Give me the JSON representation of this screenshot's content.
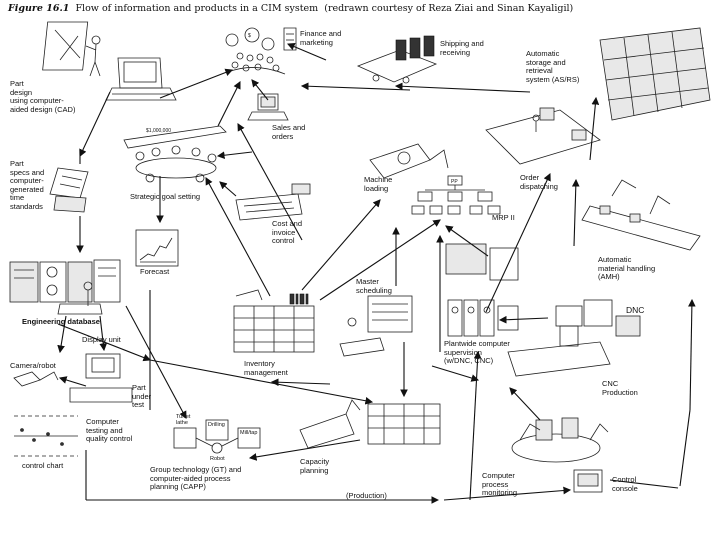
{
  "title": {
    "figure": "Figure 16.1",
    "text": "Flow of information and products in a CIM system",
    "credit": "(redrawn courtesy of Reza Ziai and Sinan Kayaligil)"
  },
  "labels": {
    "finance": "Finance and\nmarketing",
    "part_design": "Part\ndesign\nusing computer-\naided design (CAD)",
    "sales": "Sales and\norders",
    "part_specs": "Part\nspecs and\ncomputer-\ngenerated\ntime\nstandards",
    "strategic": "Strategic goal setting",
    "forecast": "Forecast",
    "cost": "Cost and\ninvoice\ncontrol",
    "machine_loading": "Machine\nloading",
    "mrp": "MRP II",
    "order_dispatching": "Order\ndispatching",
    "shipping": "Shipping and\nreceiving",
    "asrs": "Automatic\nstorage and\nretrieval\nsystem (AS/RS)",
    "amh": "Automatic\nmaterial handling\n(AMH)",
    "dnc": "DNC",
    "plantwide": "Plantwide computer\nsupervision\n(w/DNC, CNC)",
    "cnc": "CNC\nProduction",
    "engineering_db": "Engineering database",
    "display_unit": "Display unit",
    "camera_robot": "Camera/robot",
    "part_under_test": "Part\nunder\ntest",
    "computer_testing": "Computer\ntesting and\nquality control",
    "control_chart": "control chart",
    "inventory": "Inventory\nmanagement",
    "master_scheduling": "Master\nscheduling",
    "gt_capp": "Group technology (GT) and\ncomputer-aided process\nplanning (CAPP)",
    "capacity": "Capacity\nplanning",
    "production": "(Production)",
    "process_monitoring": "Computer\nprocess\nmonitoring",
    "control_console": "Control\nconsole",
    "turret_lathe": "Turret\nlathe",
    "drilling": "Drilling",
    "robot": "Robot",
    "mill": "Mill/tap",
    "pp": "PP"
  }
}
